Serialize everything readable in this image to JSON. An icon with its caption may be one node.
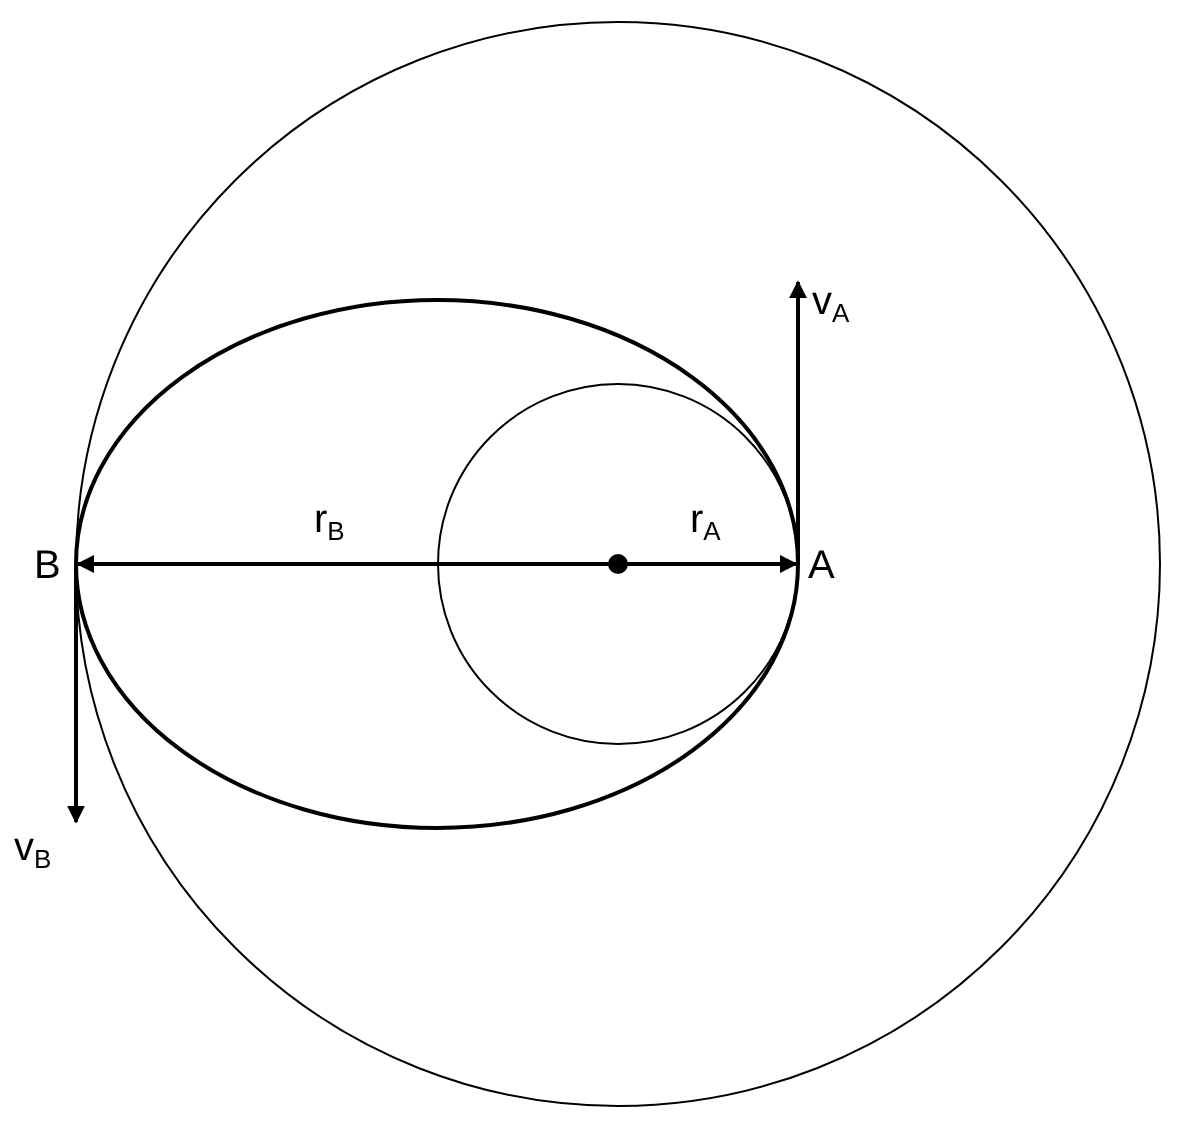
{
  "diagram": {
    "labels": [
      "v$_{A}$",
      "B",
      "r$_{B}$",
      "r$_{A}$",
      "A",
      "v$_{B}$"
    ]
  }
}
